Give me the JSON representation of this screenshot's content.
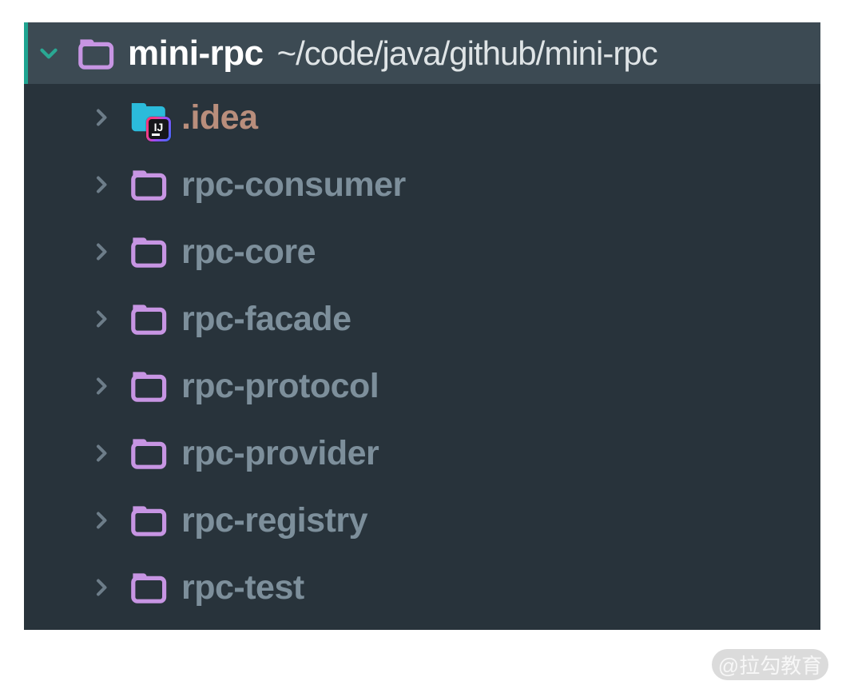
{
  "theme": {
    "panel_bg": "#28333b",
    "selected_row_bg": "#3c4a53",
    "accent_teal": "#1fa491",
    "chevron_gray": "#6d7d89",
    "folder_purple": "#c795e3",
    "idea_folder_cyan": "#2bbbdb",
    "item_text": "#7d8f9b",
    "idea_item_text": "#b98e7c",
    "root_name_color": "#ffffff",
    "root_path_color": "#dfe4e6",
    "watermark_bg": "#dbdbdb",
    "watermark_text": "#f7f7f7"
  },
  "tree_panel": {
    "root": {
      "name": "mini-rpc",
      "path": "~/code/java/github/mini-rpc",
      "state": "expanded",
      "selected": true
    },
    "items": [
      {
        "label": ".idea",
        "icon": "idea-config-folder-icon",
        "state": "collapsed"
      },
      {
        "label": "rpc-consumer",
        "icon": "folder-icon",
        "state": "collapsed"
      },
      {
        "label": "rpc-core",
        "icon": "folder-icon",
        "state": "collapsed"
      },
      {
        "label": "rpc-facade",
        "icon": "folder-icon",
        "state": "collapsed"
      },
      {
        "label": "rpc-protocol",
        "icon": "folder-icon",
        "state": "collapsed"
      },
      {
        "label": "rpc-provider",
        "icon": "folder-icon",
        "state": "collapsed"
      },
      {
        "label": "rpc-registry",
        "icon": "folder-icon",
        "state": "collapsed"
      },
      {
        "label": "rpc-test",
        "icon": "folder-icon",
        "state": "collapsed"
      }
    ],
    "idea_badge_text": "IJ"
  },
  "watermark": {
    "label": "@拉勾教育"
  }
}
